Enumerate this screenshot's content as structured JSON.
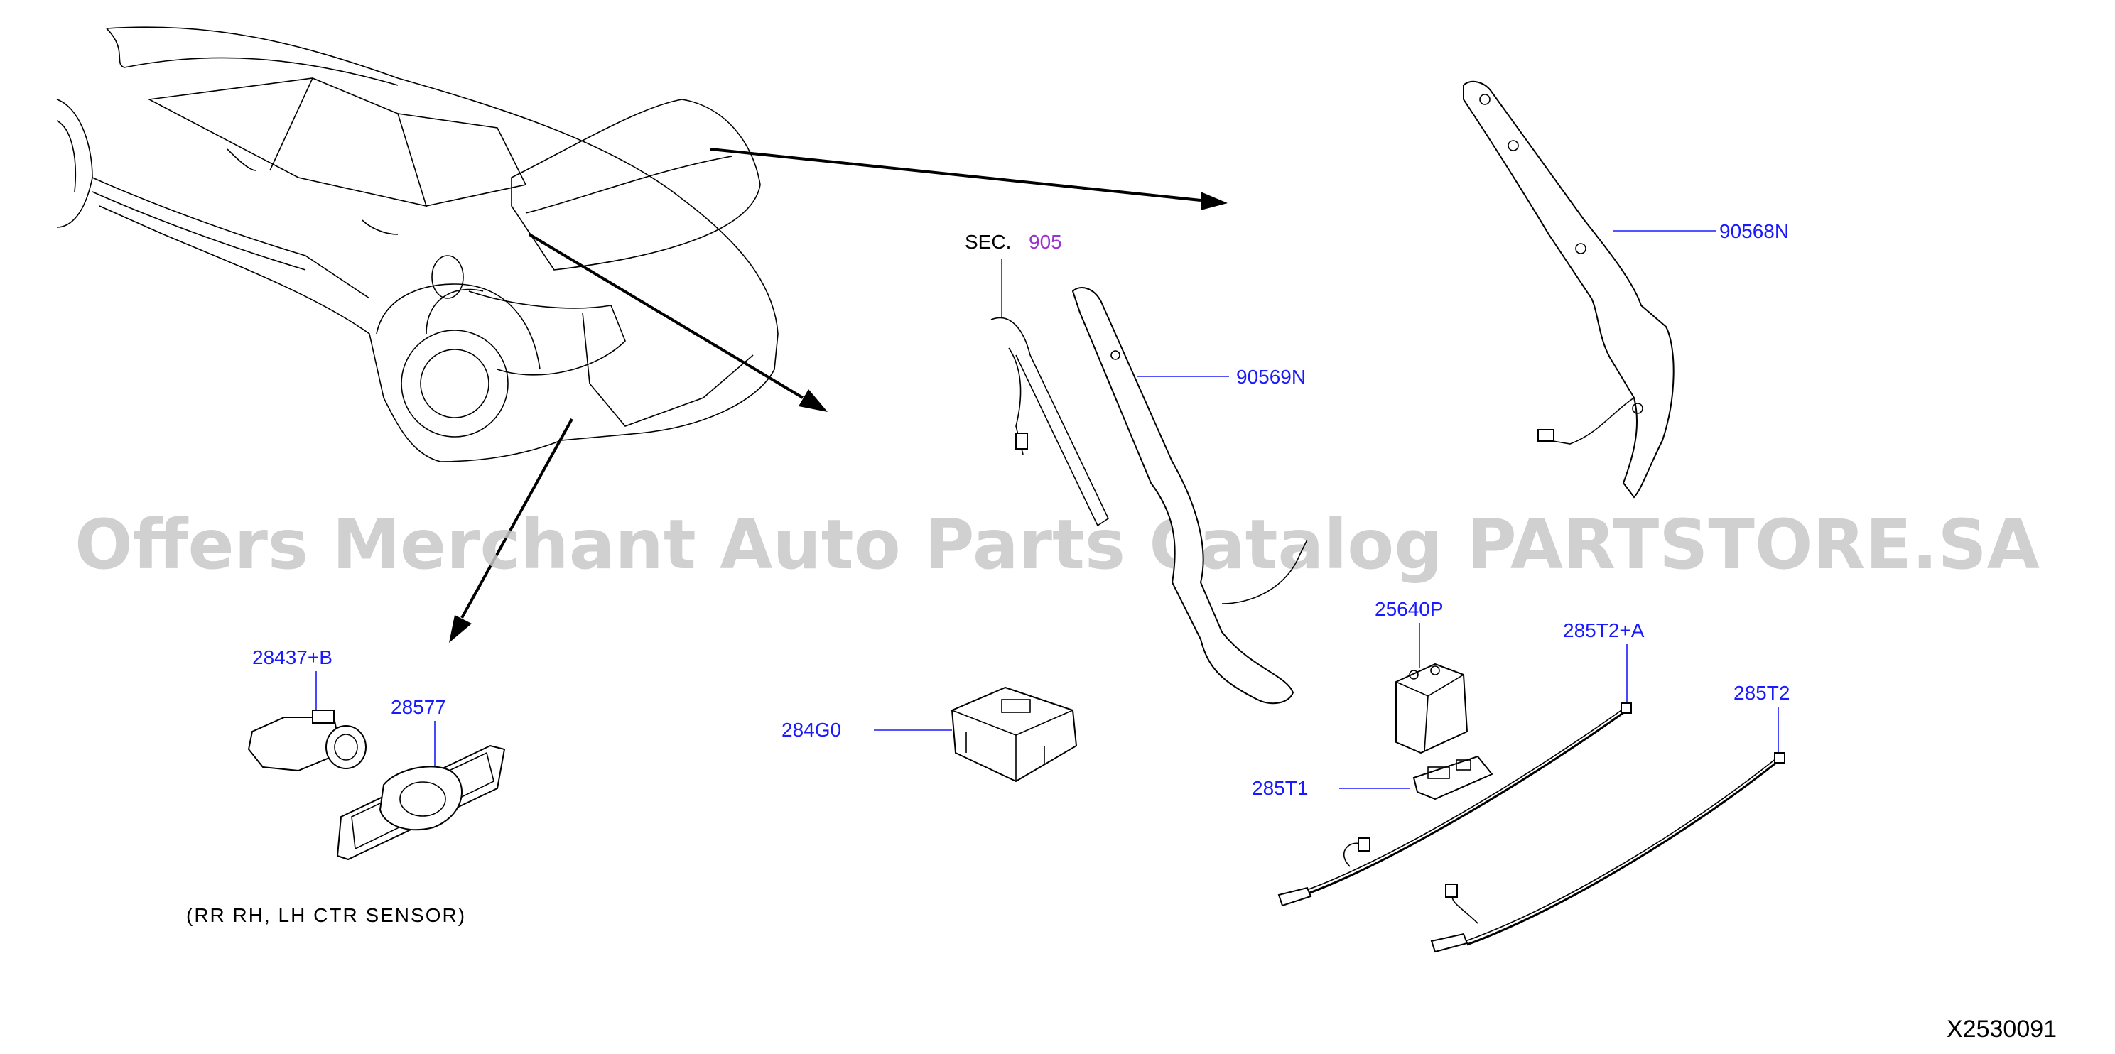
{
  "watermark": "Offers Merchant Auto Parts Catalog PARTSTORE.SA",
  "reference_code": "X2530091",
  "section_ref": {
    "prefix": "SEC.",
    "number": "905"
  },
  "note": "(RR   RH,   LH   CTR   SENSOR)",
  "parts": {
    "p90568N": "90568N",
    "p90569N": "90569N",
    "p25640P": "25640P",
    "p285T2A": "285T2+A",
    "p285T2": "285T2",
    "p28437B": "28437+B",
    "p28577": "28577",
    "p284G0": "284G0",
    "p285T1": "285T1"
  },
  "colors": {
    "label": "#1a1aff",
    "section_number": "#9933cc",
    "watermark": "#c8c8c8"
  }
}
